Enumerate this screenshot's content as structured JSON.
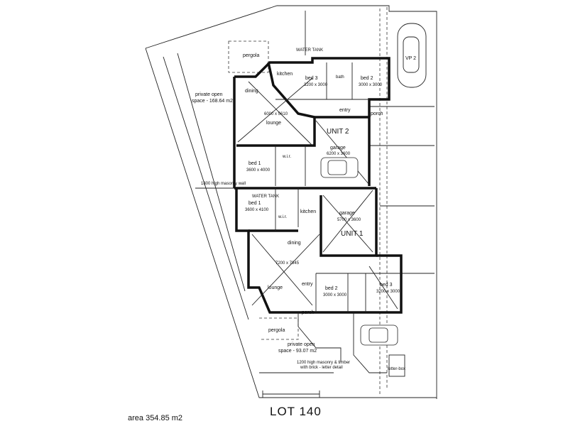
{
  "lot": {
    "title": "LOT 140",
    "area": "area   354.85 m2"
  },
  "unit1": {
    "name": "UNIT 1",
    "rooms": {
      "garage": "garage",
      "garage_dim": "5700 x 3600",
      "kitchen": "kitchen",
      "dining": "dining",
      "lounge": "lounge",
      "lounge_dim": "7200 x 7845",
      "bed1": "bed 1",
      "bed1_dim": "3600 x 4100",
      "bed2": "bed 2",
      "bed2_dim": "3000 x 3000",
      "bed3": "bed 3",
      "bed3_dim": "3200 x 3000",
      "wir": "w.i.r.",
      "entry": "entry",
      "porch": "porch",
      "pergola": "pergola",
      "private_open": "private open",
      "private_open_area": "space - 93.07 m2"
    }
  },
  "unit2": {
    "name": "UNIT 2",
    "rooms": {
      "garage": "garage",
      "garage_dim": "6200 x 3600",
      "kitchen": "kitchen",
      "dining": "dining",
      "lounge": "lounge",
      "lounge_dim": "6000 x 5610",
      "bed1": "bed 1",
      "bed1_dim": "3600 x 4000",
      "bed2": "bed 2",
      "bed2_dim": "3000 x 3000",
      "bed3": "bed 3",
      "bed3_dim": "3200 x 3000",
      "wir": "w.i.r.",
      "bath": "bath",
      "entry": "entry",
      "porch": "porch",
      "pergola": "pergola",
      "private_open": "private open",
      "private_open_area": "space - 168.64 m2"
    }
  },
  "notes": {
    "masonry_wall": "1800 high masonry wall",
    "water_tank": "WATER TANK",
    "letterbox": "letter-box",
    "vp2": "VP 2",
    "fence": "1200 high masonry & timber",
    "fence2": "with brick - letter detail"
  }
}
